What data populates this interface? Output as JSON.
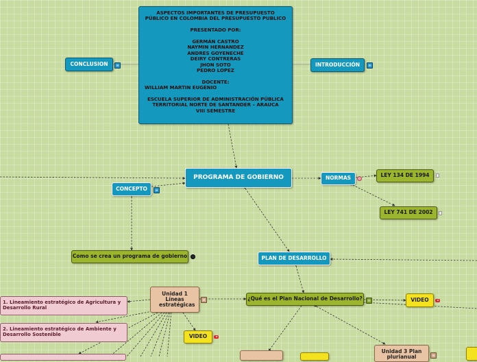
{
  "central_topic": "PROGRAMA DE GOBIERNO",
  "title_box": {
    "lines": [
      "ASPECTOS IMPORTANTES DE PRESUPUESTO",
      "PÚBLICO EN COLOMBIA DEL PRESUPUESTO PUBLICO",
      "",
      "PRESENTADO POR:",
      "",
      "GERMÁN CASTRO",
      "NAYMIN HERNANDEZ",
      "ANDRES GOYENECHE",
      "DEIRY CONTRERAS",
      "JHON SOTO",
      "PEDRO LOPEZ",
      "",
      "DOCENTE:",
      "WILLIAM MARTIN EUGENIO",
      "",
      "ESCUELA SUPERIOR DE ADMINISTRACIÓN PÚBLICA",
      "TERRITORIAL NORTE DE SANTANDER – ARAUCA",
      "VIII SEMESTRE"
    ]
  },
  "topics": {
    "conclusion": "CONCLUSION",
    "introduccion": "INTRODUCCIÓN",
    "concepto": "CONCEPTO",
    "normas": "NORMAS",
    "ley134": "LEY 134 DE 1994",
    "ley741": "LEY 741 DE 2002",
    "como_se_crea": "Como se crea un programa de gobierno",
    "plan_desarrollo": "PLAN DE DESARROLLO",
    "que_es_plan": "¿Qué es el Plan Nacional de Desarrollo?",
    "video1": "VIDEO",
    "video2": "VIDEO",
    "unidad1": "Unidad 1 Líneas estratégicas",
    "unidad3": "Unidad 3 Plan plurianual",
    "lin1": "1. Lineamiento estratégico de Agricultura y Desarrollo Rural",
    "lin2": "2. Lineamiento estratégico de Ambiente y Desarrollo Sostenible"
  },
  "colors": {
    "background": "#c8dba0",
    "blue_node": "#1598bd",
    "olive_node": "#9bb52f",
    "yellow_node": "#f4e21f",
    "tan_node": "#e8c4a4",
    "pink_node": "#f0ccd2"
  }
}
